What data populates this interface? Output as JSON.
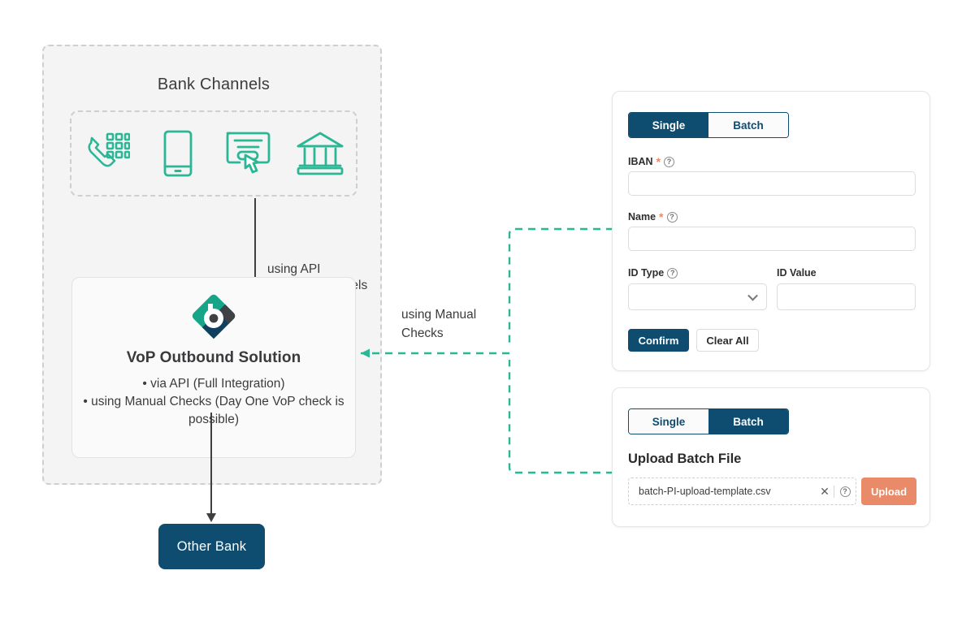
{
  "colors": {
    "teal": "#2BB695",
    "navy": "#0E4C70",
    "coral": "#E98A68",
    "panel_bg": "#F4F4F4",
    "dash_gray": "#CFCFCF",
    "text": "#3C3C3E"
  },
  "bank_panel": {
    "title": "Bank Channels",
    "channels": [
      {
        "icon": "phone-keypad-icon",
        "label": "Phone banking"
      },
      {
        "icon": "mobile-phone-icon",
        "label": "Mobile banking"
      },
      {
        "icon": "online-banking-click-icon",
        "label": "Online banking"
      },
      {
        "icon": "bank-building-icon",
        "label": "Branch"
      }
    ]
  },
  "connectors": {
    "api_label_line1": "using API",
    "api_label_line2": "from the channels",
    "manual_label_line1": "using Manual",
    "manual_label_line2": "Checks"
  },
  "vop": {
    "logo_icon": "vop-diamond-b-logo",
    "title": "VoP Outbound Solution",
    "bullets": [
      "via API (Full Integration)",
      "using Manual Checks (Day One VoP check is possible)"
    ]
  },
  "other_bank": {
    "label": "Other Bank"
  },
  "single_card": {
    "tabs": [
      {
        "label": "Single",
        "active": true
      },
      {
        "label": "Batch",
        "active": false
      }
    ],
    "fields": [
      {
        "label": "IBAN",
        "required": true,
        "help": true,
        "value": ""
      },
      {
        "label": "Name",
        "required": true,
        "help": true,
        "value": ""
      },
      {
        "label": "ID Type",
        "required": false,
        "help": true,
        "value": "",
        "type": "select"
      },
      {
        "label": "ID Value",
        "required": false,
        "help": false,
        "value": "",
        "type": "text"
      }
    ],
    "confirm_label": "Confirm",
    "clear_label": "Clear All",
    "help_glyph": "?",
    "required_glyph": "*",
    "chevron_icon": "chevron-down-icon"
  },
  "batch_card": {
    "tabs": [
      {
        "label": "Single",
        "active": false
      },
      {
        "label": "Batch",
        "active": true
      }
    ],
    "heading": "Upload Batch File",
    "file_name": "batch-PI-upload-template.csv",
    "clear_glyph": "✕",
    "help_glyph": "?",
    "upload_label": "Upload"
  }
}
